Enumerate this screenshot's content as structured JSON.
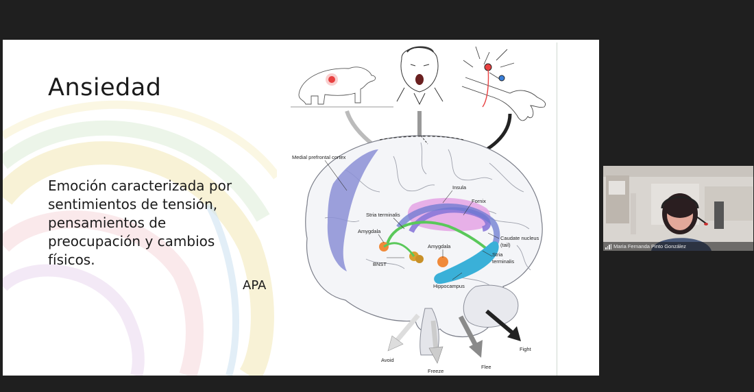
{
  "slide": {
    "title": "Ansiedad",
    "body": "Emoción caracterizada por sentimientos de tensión, pensamientos de preocupación y cambios físicos.",
    "source": "APA"
  },
  "diagram": {
    "labels": {
      "medial_prefrontal_cortex": "Medial prefrontal cortex",
      "insula": "Insula",
      "fornix": "Fornix",
      "stria_terminalis_top": "Stria terminalis",
      "amygdala_left": "Amygdala",
      "amygdala_right": "Amygdala",
      "caudate_nucleus": "Caudate nucleus",
      "caudate_tail": "(tail)",
      "bnst": "BNST",
      "stria_terminalis_bottom_1": "Stria",
      "stria_terminalis_bottom_2": "terminalis",
      "hippocampus": "Hippocampus",
      "avoid": "Avoid",
      "freeze": "Freeze",
      "flee": "Flee",
      "fight": "Fight"
    }
  },
  "participant": {
    "name": "Maria Fernanda Pinto González"
  },
  "colors": {
    "background": "#1f1f1f",
    "slide": "#ffffff",
    "prefrontal": "#8b8fd6",
    "insula": "#e6a8e6",
    "fornix": "#8a78d8",
    "hippocampus": "#3ab0d8",
    "amygdala": "#f08a3a",
    "stria": "#5ac85a"
  }
}
